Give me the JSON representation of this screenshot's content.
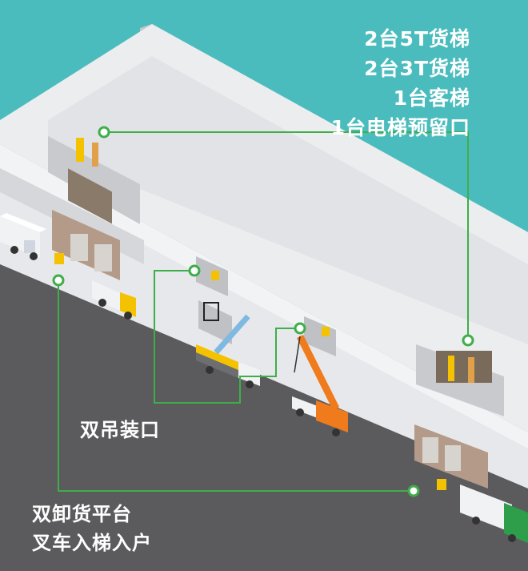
{
  "elevator_callout": {
    "lines": [
      "2台5T货梯",
      "2台3T货梯",
      "1台客梯",
      "1台电梯预留口"
    ]
  },
  "hoist_callout": {
    "lines": [
      "双吊装口"
    ]
  },
  "loading_callout": {
    "lines": [
      "双卸货平台",
      "叉车入梯入户"
    ]
  },
  "colors": {
    "background": "#4bbcbd",
    "ground": "#5b5b5d",
    "wall_light": "#ecedef",
    "wall_mid": "#d6d7da",
    "accent_green": "#3fae49",
    "crane_orange": "#f07b1d",
    "truck_yellow": "#f4c200",
    "truck_green": "#2e9e4a",
    "text": "#ffffff"
  }
}
